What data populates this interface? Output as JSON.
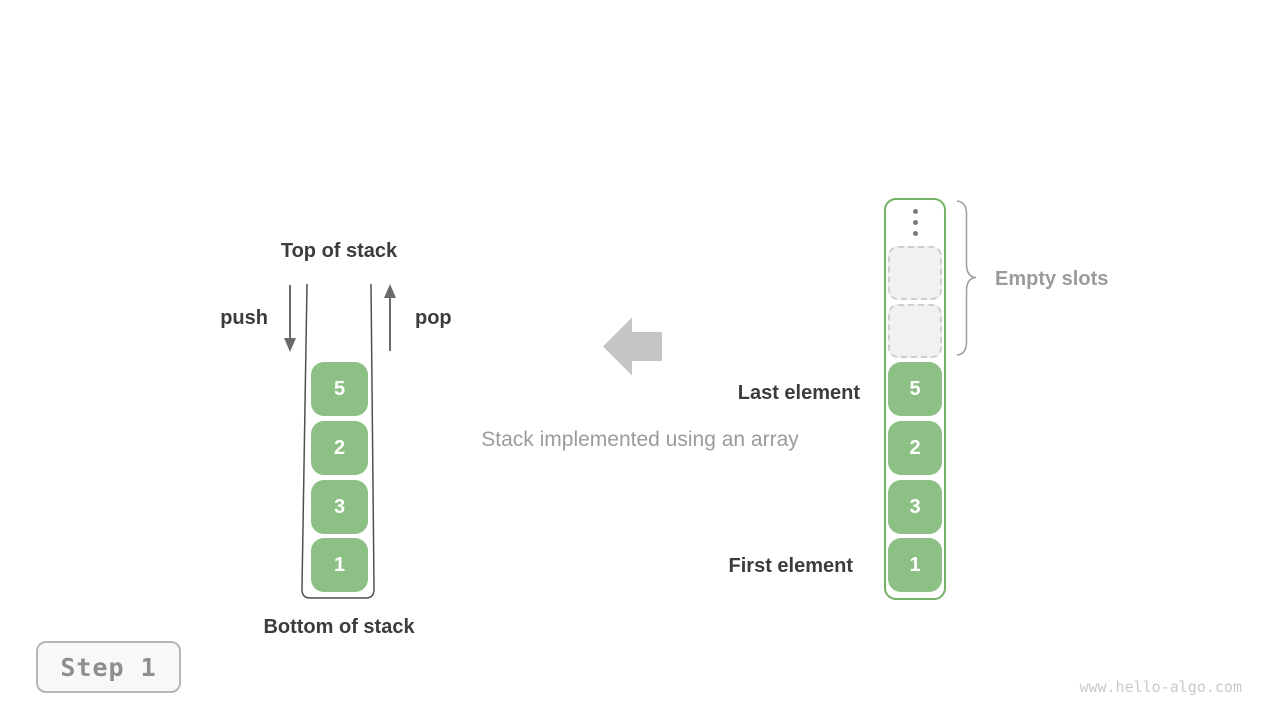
{
  "colors": {
    "cell_green": "#8cc084",
    "array_border_green": "#74b266",
    "label_dark": "#3c3c3c",
    "label_gray": "#9b9b9b",
    "big_arrow_gray": "#c5c5c5",
    "empty_slot_fill": "#f1f1f1",
    "empty_slot_border": "#cfcfcf",
    "step_text_gray": "#8e8e8e",
    "watermark_gray": "#c9c9c9"
  },
  "left_stack": {
    "top_label": "Top of stack",
    "push_label": "push",
    "pop_label": "pop",
    "bottom_label": "Bottom of stack",
    "cells": [
      "5",
      "2",
      "3",
      "1"
    ]
  },
  "middle": {
    "caption": "Stack implemented using an array",
    "arrow_icon": "left-arrow"
  },
  "right_array": {
    "empty_slots_label": "Empty slots",
    "last_element_label": "Last element",
    "first_element_label": "First element",
    "empty_slots_count": 2,
    "cells": [
      "5",
      "2",
      "3",
      "1"
    ]
  },
  "footer": {
    "step_label": "Step 1",
    "watermark": "www.hello-algo.com"
  }
}
